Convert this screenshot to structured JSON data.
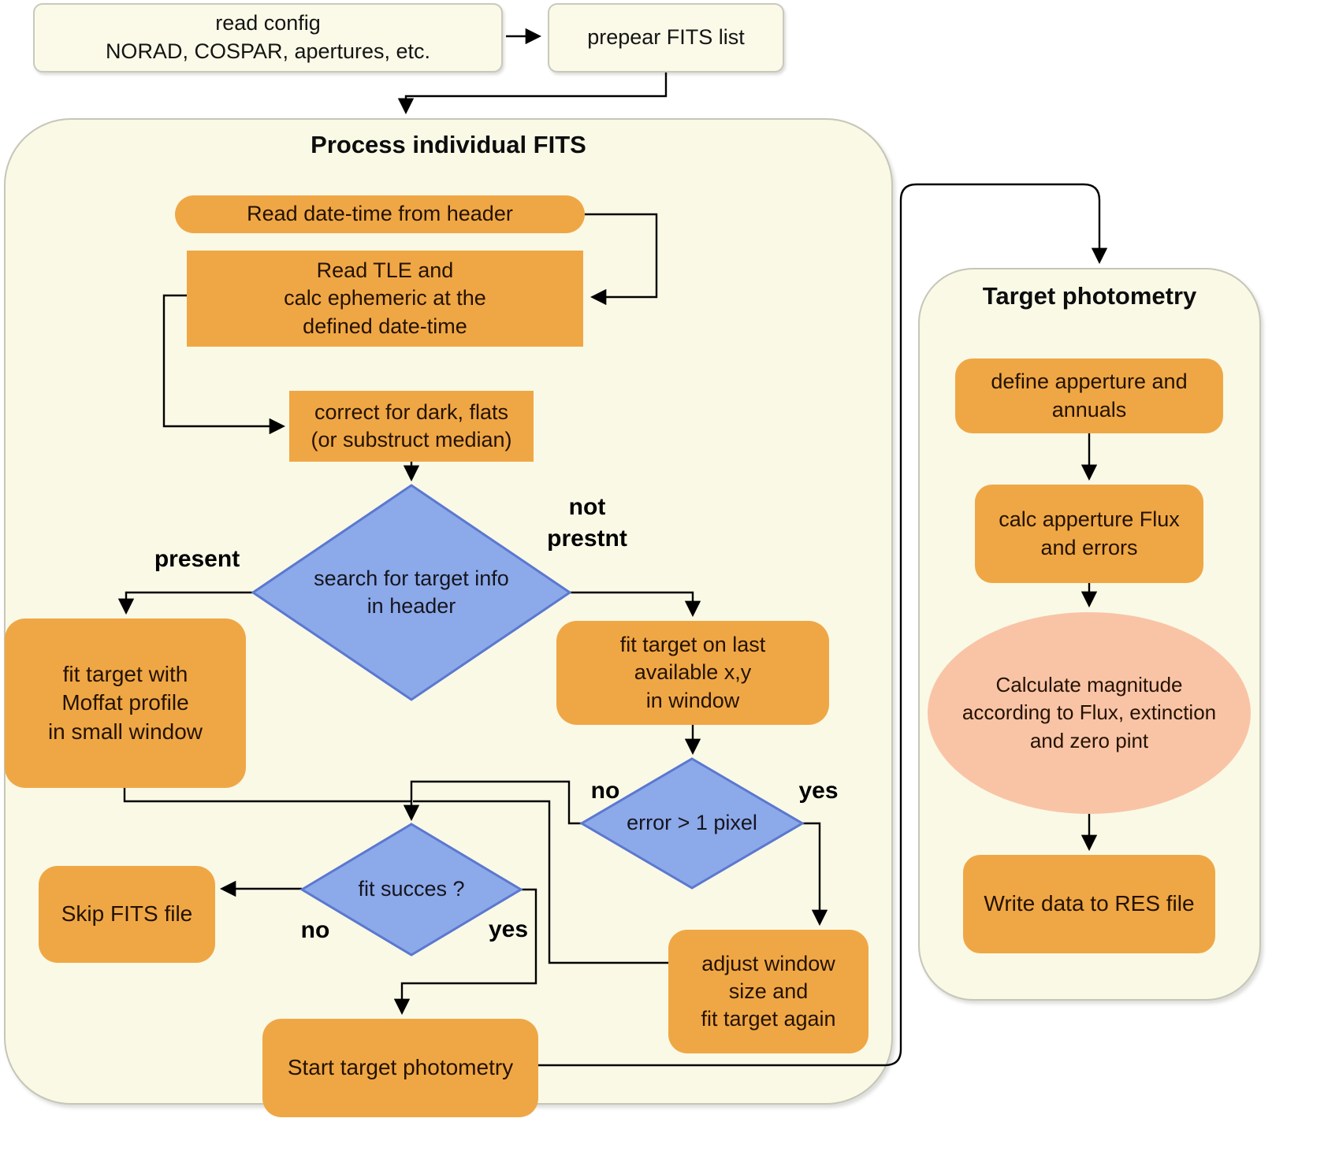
{
  "colors": {
    "node_fill": "#EFA745",
    "diamond_fill": "#8CA9E9",
    "diamond_border": "#5B78D0",
    "container_fill": "#FAF9E6",
    "container_border": "#C6C6B8",
    "ellipse_fill": "#F9C4A6",
    "line": "#000000"
  },
  "top": {
    "read_config": "read config\nNORAD, COSPAR, apertures, etc.",
    "prepare_fits": "prepear FITS list"
  },
  "process": {
    "title": "Process individual FITS",
    "read_datetime": "Read date-time from header",
    "read_tle": "Read TLE and\ncalc ephemeric at the\ndefined date-time",
    "correct_dark": "correct for dark, flats\n(or substruct median)",
    "search_header": "search for target info\nin header",
    "fit_moffat": "fit target with\nMoffat profile\nin small window",
    "fit_last": "fit target on last\navailable x,y\nin window",
    "error_pixel": "error > 1 pixel",
    "adjust_window": "adjust window\nsize and\nfit target again",
    "fit_success": "fit succes ?",
    "skip_fits": "Skip FITS file",
    "start_photometry": "Start target photometry",
    "labels": {
      "present": "present",
      "not_present": "not\nprestnt",
      "error_no": "no",
      "error_yes": "yes",
      "fit_no": "no",
      "fit_yes": "yes"
    }
  },
  "photometry": {
    "title": "Target photometry",
    "define_aperture": "define apperture and\nannuals",
    "calc_flux": "calc apperture Flux\nand errors",
    "calc_magnitude": "Calculate magnitude\naccording to Flux, extinction\nand zero pint",
    "write_res": "Write data to RES file"
  }
}
